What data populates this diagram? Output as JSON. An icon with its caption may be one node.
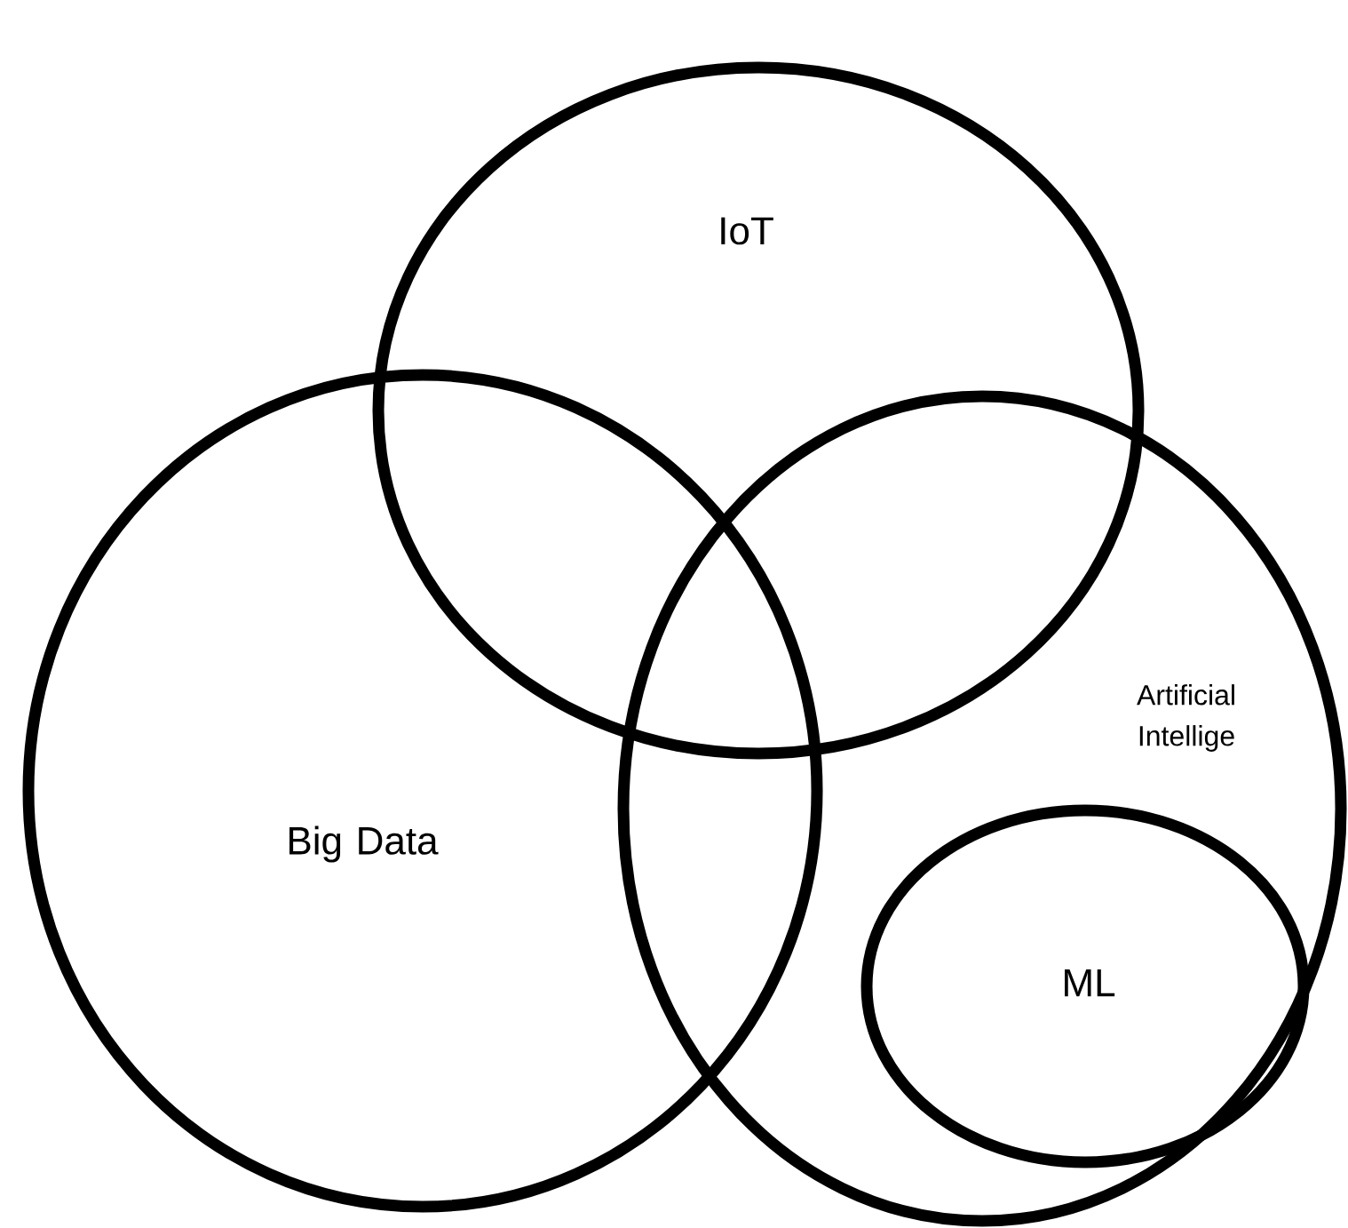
{
  "diagram": {
    "nodes": [
      {
        "text": [
          "IoT"
        ]
      },
      {
        "text": [
          "Big Data"
        ]
      },
      {
        "text": [
          "Artificial Intellige"
        ]
      },
      {
        "text": [
          "ML"
        ],
        "in": 2
      }
    ]
  }
}
